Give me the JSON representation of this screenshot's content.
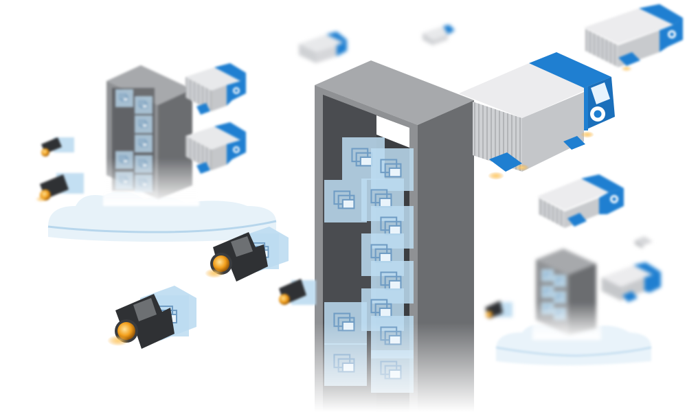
{
  "scene": {
    "background": "#ffffff",
    "palette": {
      "tower_front": "#8f9194",
      "tower_side": "#6b6d70",
      "tower_top": "#a7a9ac",
      "tower_inner": "#3c3e41",
      "truck_body": "#d9dadc",
      "truck_ribs": "#b8babd",
      "truck_cab": "#1f7fd1",
      "truck_cab_light": "#44a6ee",
      "cube": "#bcdcf1",
      "cube_edge": "#7fb5dc",
      "thruster_glow": "#f6a623",
      "drone_frame": "#2f3134",
      "cloud": "#d7e9f6"
    },
    "objects": {
      "main_tower": "data-center-tower",
      "left_tower": "data-center-tower",
      "right_tower": "data-center-tower",
      "trucks": [
        "delivery-truck",
        "delivery-truck",
        "delivery-truck",
        "delivery-truck",
        "delivery-truck",
        "delivery-truck"
      ],
      "drones": [
        "cargo-drone",
        "cargo-drone",
        "cargo-drone",
        "cargo-drone",
        "cargo-drone",
        "cargo-drone"
      ],
      "clouds": [
        "cloud-platform",
        "cloud-platform"
      ]
    }
  }
}
